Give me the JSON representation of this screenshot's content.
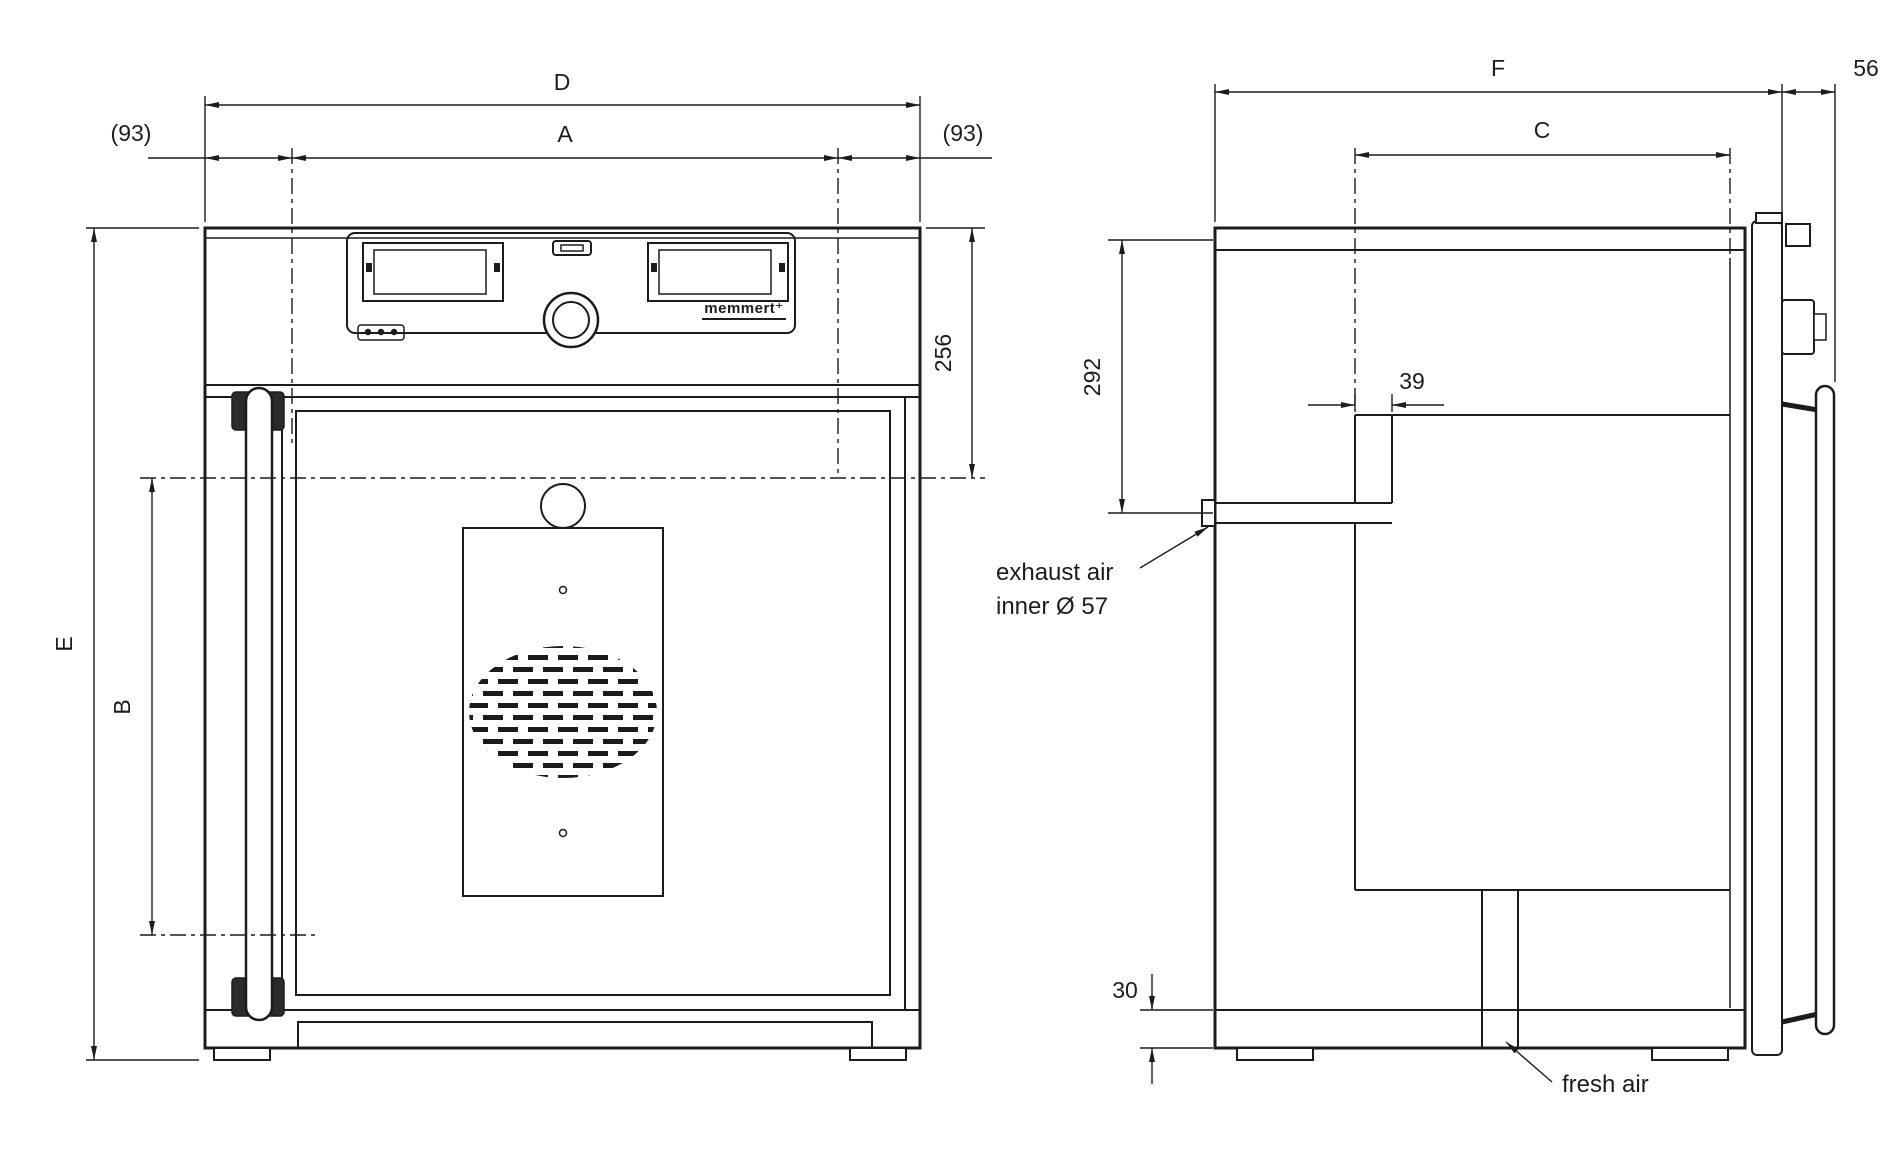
{
  "drawing": {
    "brand": "memmert⁺",
    "front": {
      "dim_total_width": "D",
      "dim_inner_width": "A",
      "dim_offset_left": "(93)",
      "dim_offset_right": "(93)",
      "dim_panel_height": "256",
      "dim_total_height": "E",
      "dim_inner_height": "B"
    },
    "side": {
      "dim_total_depth": "F",
      "dim_handle_depth": "56",
      "dim_inner_depth": "C",
      "dim_top_depth": "292",
      "dim_exhaust_width": "39",
      "dim_base_height": "30",
      "exhaust_label_line1": "exhaust air",
      "exhaust_label_line2": "inner Ø 57",
      "fresh_air_label": "fresh air"
    },
    "colors": {
      "line": "#1c1c1c",
      "background": "#ffffff"
    }
  }
}
